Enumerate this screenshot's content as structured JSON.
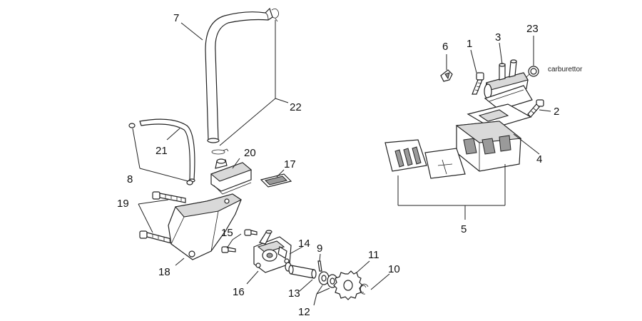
{
  "callouts": {
    "c1": "1",
    "c2": "2",
    "c3": "3",
    "c4": "4",
    "c5": "5",
    "c6": "6",
    "c7": "7",
    "c8": "8",
    "c9": "9",
    "c10": "10",
    "c11": "11",
    "c12": "12",
    "c13": "13",
    "c14": "14",
    "c15": "15",
    "c16": "16",
    "c17": "17",
    "c18": "18",
    "c19": "19",
    "c20": "20",
    "c21": "21",
    "c22": "22",
    "c23": "23"
  },
  "notes": {
    "carburettor": "carburettor"
  }
}
